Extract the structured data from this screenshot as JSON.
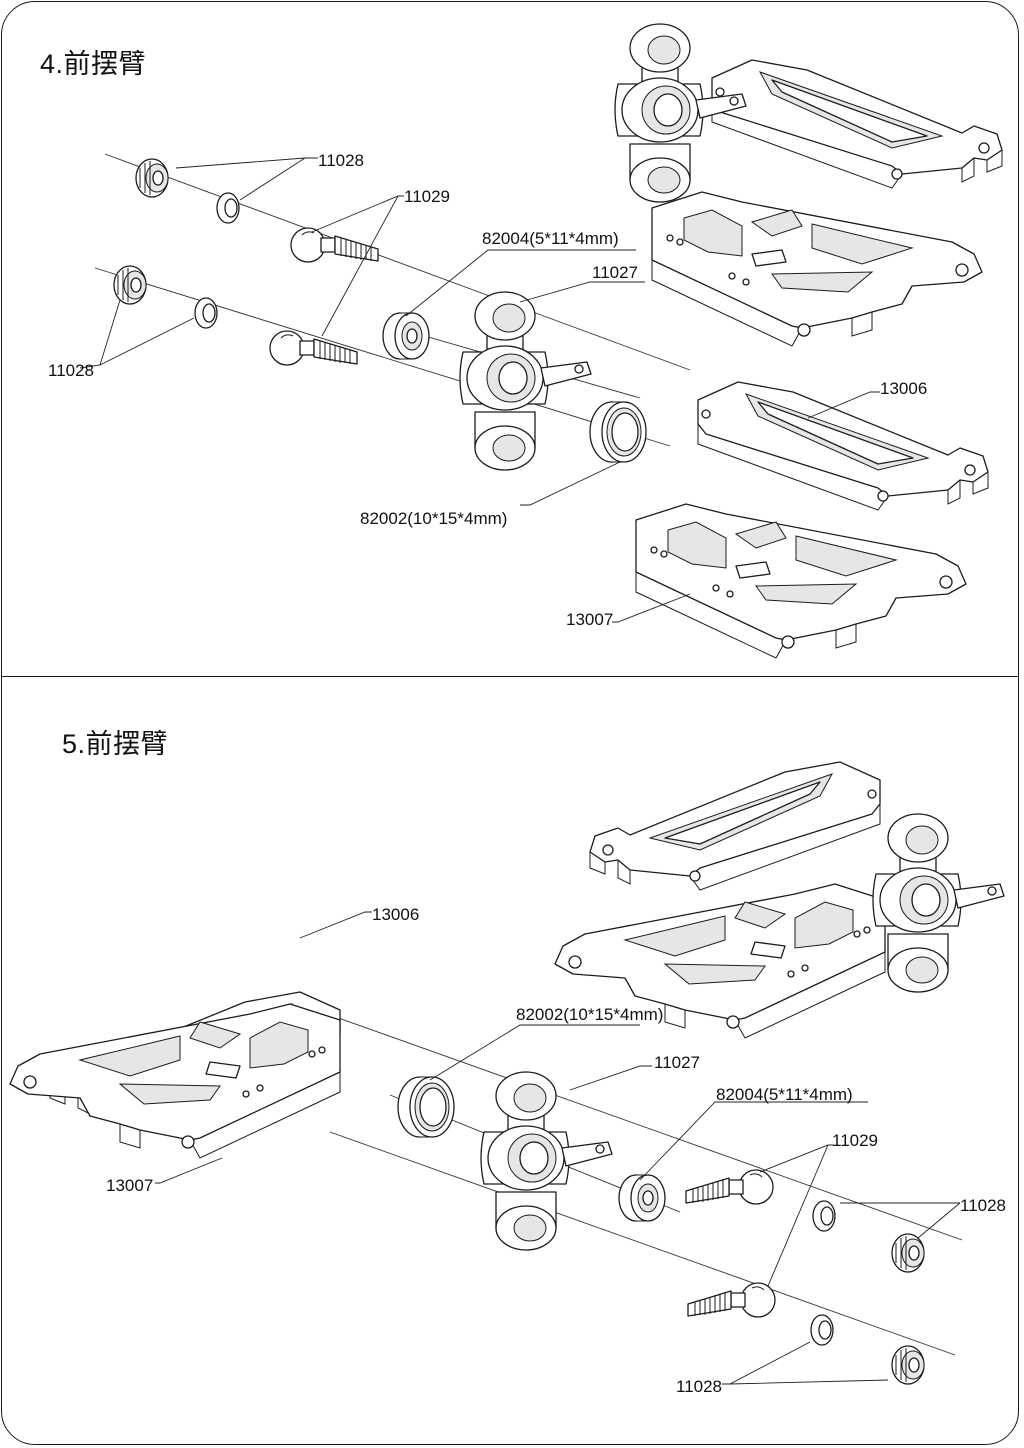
{
  "sections": [
    {
      "title": "4.前摆臂",
      "labels": {
        "set_screw_top": "11028",
        "set_screw_bottom": "11028",
        "ball_stud": "11029",
        "bearing_small": "82004(5*11*4mm)",
        "knuckle": "11027",
        "upper_arm": "13006",
        "bearing_large": "82002(10*15*4mm)",
        "lower_arm": "13007"
      }
    },
    {
      "title": "5.前摆臂",
      "labels": {
        "upper_arm": "13006",
        "bearing_large": "82002(10*15*4mm)",
        "knuckle": "11027",
        "bearing_small": "82004(5*11*4mm)",
        "ball_stud": "11029",
        "set_screw_top": "11028",
        "lower_arm": "13007",
        "set_screw_bottom": "11028"
      }
    }
  ]
}
